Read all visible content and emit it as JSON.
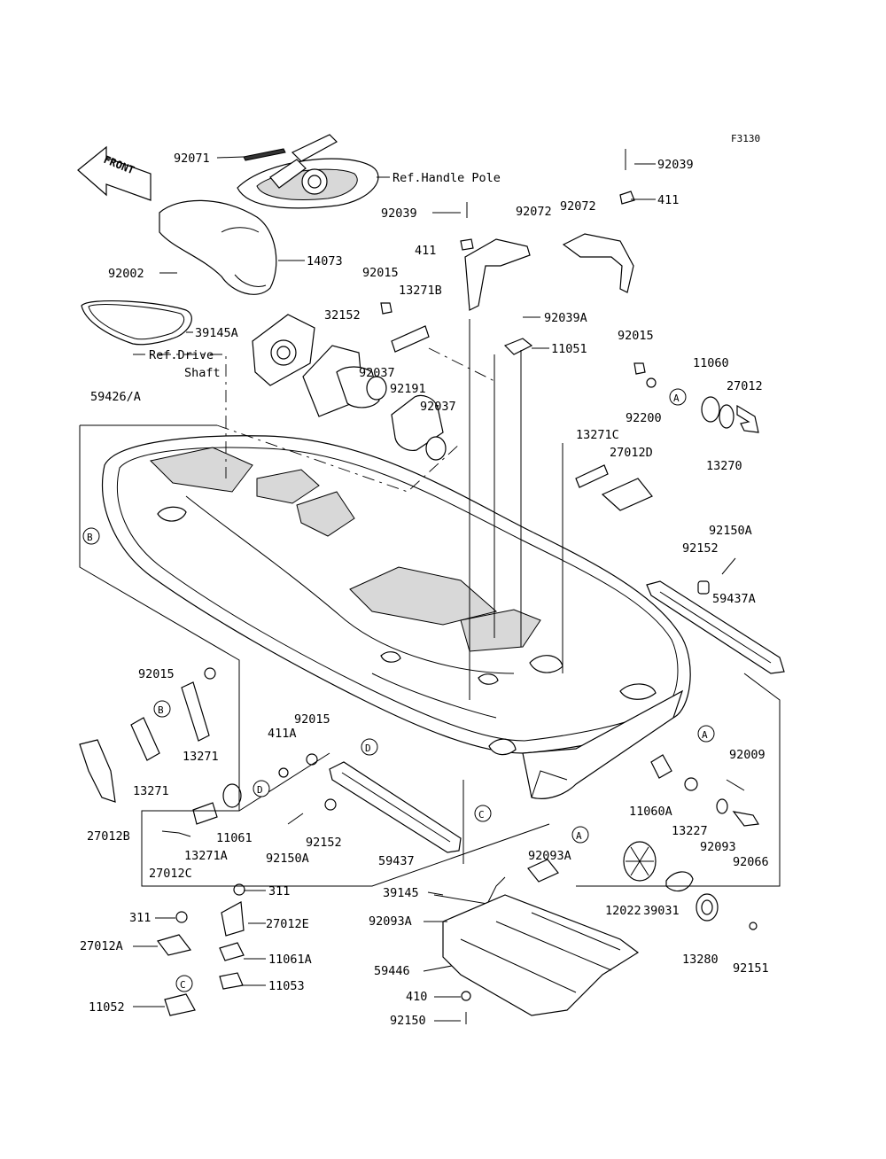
{
  "figure_code": "F3130",
  "front_label": "FRONT",
  "references": {
    "handle_pole": "Ref.Handle Pole",
    "drive_shaft_1": "Ref.Drive",
    "drive_shaft_2": "Shaft"
  },
  "callouts": [
    "A",
    "B",
    "C",
    "D"
  ],
  "parts": [
    "92071",
    "92002",
    "14073",
    "39145A",
    "59426/A",
    "32152",
    "92015",
    "92037",
    "92191",
    "92037",
    "92039",
    "411",
    "92072",
    "13271B",
    "92039A",
    "11051",
    "92072",
    "92039",
    "411",
    "92015",
    "92200",
    "11060",
    "27012",
    "13270",
    "13271C",
    "27012D",
    "92150A",
    "92152",
    "59437A",
    "92015",
    "13271",
    "13271",
    "27012B",
    "411A",
    "92015",
    "11061",
    "13271A",
    "27012C",
    "92150A",
    "92152",
    "59437",
    "92009",
    "11060A",
    "13227",
    "92093",
    "92066",
    "39145",
    "92093A",
    "92093A",
    "12022",
    "39031",
    "59446",
    "13280",
    "92151",
    "410",
    "92150",
    "311",
    "311",
    "27012E",
    "27012A",
    "11061A",
    "11053",
    "11052"
  ]
}
